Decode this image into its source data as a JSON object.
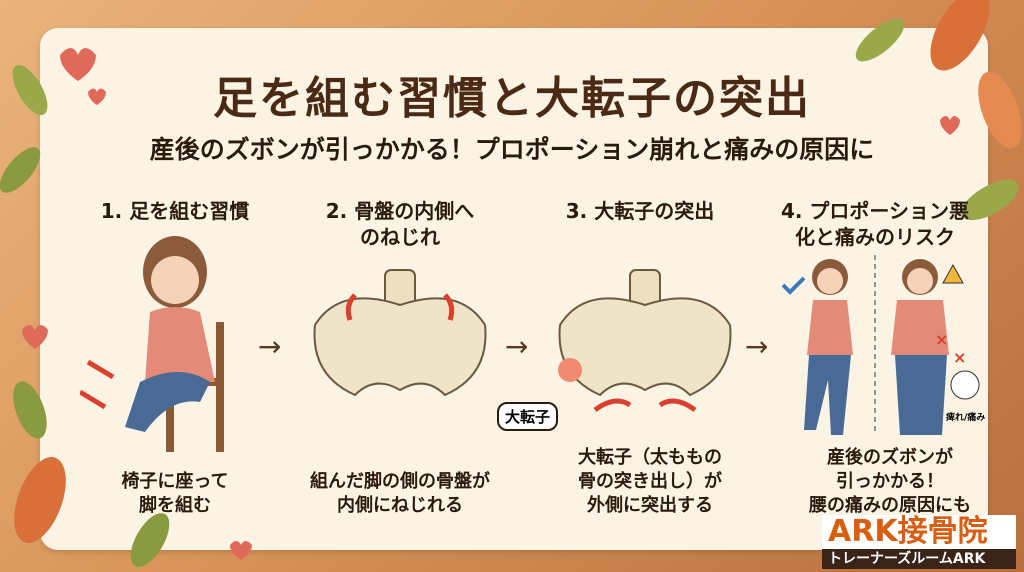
{
  "title": "足を組む習慣と大転子の突出",
  "subtitle": "産後のズボンが引っかかる！プロポーション崩れと痛みの原因に",
  "steps": [
    {
      "heading": "1. 足を組む習慣",
      "caption_lines": [
        "椅子に座って",
        "脚を組む"
      ]
    },
    {
      "heading_lines": [
        "2. 骨盤の内側へ",
        "のねじれ"
      ],
      "caption_lines": [
        "組んだ脚の側の骨盤が",
        "内側にねじれる"
      ]
    },
    {
      "heading": "3. 大転子の突出",
      "label": "大転子",
      "caption_lines": [
        "大転子（太ももの",
        "骨の突き出し）が",
        "外側に突出する"
      ]
    },
    {
      "heading_lines": [
        "4. プロポーション悪",
        "化と痛みのリスク"
      ],
      "pain_label": "痺れ/痛み",
      "caption_lines": [
        "産後のズボンが",
        "引っかかる！",
        "腰の痛みの原因にも"
      ]
    }
  ],
  "arrow": "→",
  "logo": {
    "main": "ARK接骨院",
    "sub": "トレーナーズルームARK"
  },
  "colors": {
    "accent": "#d9402e",
    "brand": "#d95f10",
    "text": "#2b1a0e"
  }
}
